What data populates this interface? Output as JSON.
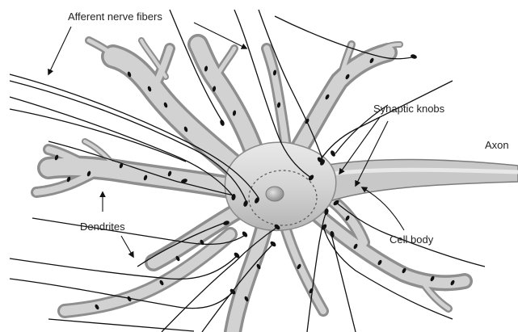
{
  "labels": {
    "afferent": "Afferent nerve fibers",
    "synaptic": "Synaptic knobs",
    "axon": "Axon",
    "cell_body": "Cell body",
    "dendrites": "Dendrites"
  },
  "colors": {
    "background": "#ffffff",
    "dendrite_fill": "#bcbcbc",
    "dendrite_edge": "#8a8a8a",
    "fiber": "#111111",
    "knob": "#111111",
    "nucleolus": "#9a9a9a",
    "nucleus_outline": "#555555"
  }
}
